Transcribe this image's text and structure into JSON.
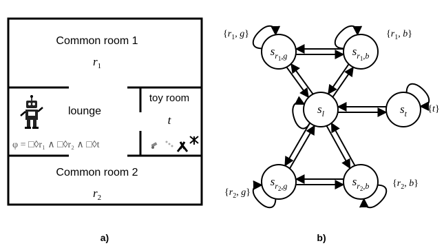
{
  "map": {
    "rooms": {
      "common1": {
        "name": "Common room 1",
        "symbol": "r",
        "sub": "1"
      },
      "lounge": {
        "name": "lounge"
      },
      "toy": {
        "name": "toy room",
        "symbol": "t"
      },
      "common2": {
        "name": "Common room 2",
        "symbol": "r",
        "sub": "2"
      }
    },
    "formula": "φ = □◊r₁ ∧ □◊r₂ ∧ □◊t",
    "icons": [
      "robot-icon",
      "toys-icon"
    ],
    "caption": "a)"
  },
  "graph": {
    "caption": "b)",
    "nodes": {
      "r1g": {
        "base": "s",
        "sub": "r",
        "subsub": "1",
        "tail": ",g",
        "set": "{r1, g}"
      },
      "r1b": {
        "base": "s",
        "sub": "r",
        "subsub": "1",
        "tail": ",b",
        "set": "{r1, b}"
      },
      "l": {
        "base": "s",
        "sub": "l",
        "set": ""
      },
      "t": {
        "base": "s",
        "sub": "t",
        "set": "{t}"
      },
      "r2g": {
        "base": "s",
        "sub": "r",
        "subsub": "2",
        "tail": ",g",
        "set": "{r2, g}"
      },
      "r2b": {
        "base": "s",
        "sub": "r",
        "subsub": "2",
        "tail": ",b",
        "set": "{r2, b}"
      }
    },
    "edges": [
      [
        "r1g",
        "r1g"
      ],
      [
        "r1b",
        "r1b"
      ],
      [
        "l",
        "l"
      ],
      [
        "t",
        "t"
      ],
      [
        "r2g",
        "r2g"
      ],
      [
        "r2b",
        "r2b"
      ],
      [
        "r1g",
        "r1b"
      ],
      [
        "r1b",
        "r1g"
      ],
      [
        "r2g",
        "r2b"
      ],
      [
        "r2b",
        "r2g"
      ],
      [
        "l",
        "r1g"
      ],
      [
        "r1g",
        "l"
      ],
      [
        "l",
        "r1b"
      ],
      [
        "r1b",
        "l"
      ],
      [
        "l",
        "r2g"
      ],
      [
        "r2g",
        "l"
      ],
      [
        "l",
        "r2b"
      ],
      [
        "r2b",
        "l"
      ],
      [
        "l",
        "t"
      ],
      [
        "t",
        "l"
      ]
    ]
  }
}
